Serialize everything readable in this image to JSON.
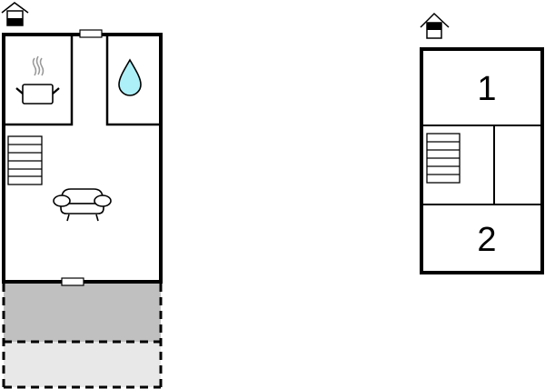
{
  "floorplan": {
    "ground_floor": {
      "floor_icon": "house-ground-floor-icon",
      "rooms": [
        {
          "id": "kitchen",
          "icon": "cooking-pot-icon"
        },
        {
          "id": "bathroom",
          "icon": "water-drop-icon",
          "icon_color": "#aef0f8"
        },
        {
          "id": "living-room",
          "icons": [
            "staircase-icon",
            "armchair-icon"
          ]
        }
      ],
      "doors": [
        "top-door",
        "bottom-door"
      ],
      "outdoor_areas": [
        {
          "id": "covered-terrace",
          "color": "#c0c0c0"
        },
        {
          "id": "open-terrace",
          "color": "#e8e8e8"
        }
      ]
    },
    "upper_floor": {
      "floor_icon": "house-upper-floor-icon",
      "rooms": [
        {
          "id": "bedroom-1",
          "label": "1"
        },
        {
          "id": "stair-landing",
          "icon": "staircase-icon"
        },
        {
          "id": "side-room",
          "label": ""
        },
        {
          "id": "bedroom-2",
          "label": "2"
        }
      ]
    },
    "colors": {
      "wall": "#000000",
      "steam": "#999999",
      "covered_terrace": "#c0c0c0",
      "open_terrace": "#e8e8e8"
    }
  }
}
